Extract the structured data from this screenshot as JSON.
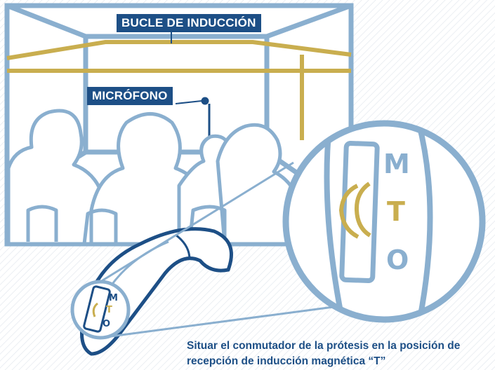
{
  "labels": {
    "loop": "BUCLE DE INDUCCIÓN",
    "microphone": "MICRÓFONO"
  },
  "switch_positions": {
    "m": "M",
    "t": "T",
    "o": "O"
  },
  "caption": {
    "line1": "Situar el conmutador de la prótesis en la posición de",
    "line2": "recepción de inducción magnética “T”"
  },
  "colors": {
    "light_blue": "#8aafcf",
    "dark_blue": "#1d4f86",
    "gold": "#c9ae4f",
    "background": "#ffffff"
  }
}
